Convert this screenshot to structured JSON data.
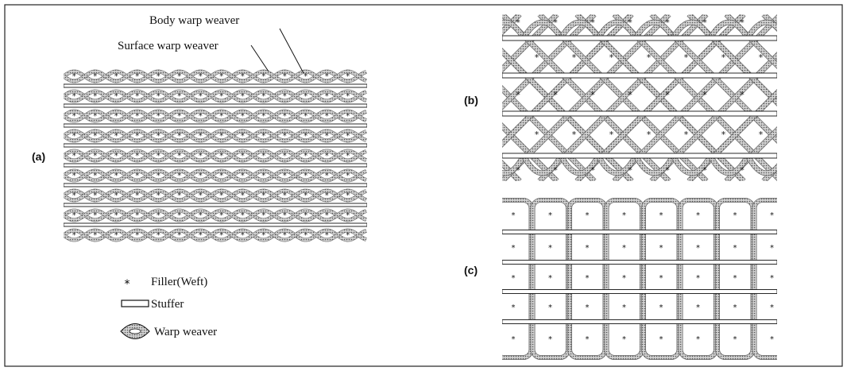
{
  "panels": {
    "a": {
      "label": "(a)"
    },
    "b": {
      "label": "(b)"
    },
    "c": {
      "label": "(c)"
    }
  },
  "annotations": {
    "body_warp": "Body warp weaver",
    "surface_warp": "Surface warp weaver"
  },
  "legend": {
    "filler": "Filler(Weft)",
    "stuffer": "Stuffer",
    "warp": "Warp weaver"
  },
  "colors": {
    "weaver_fill": "#b8b8b8",
    "ink": "#111111",
    "background": "#ffffff"
  }
}
